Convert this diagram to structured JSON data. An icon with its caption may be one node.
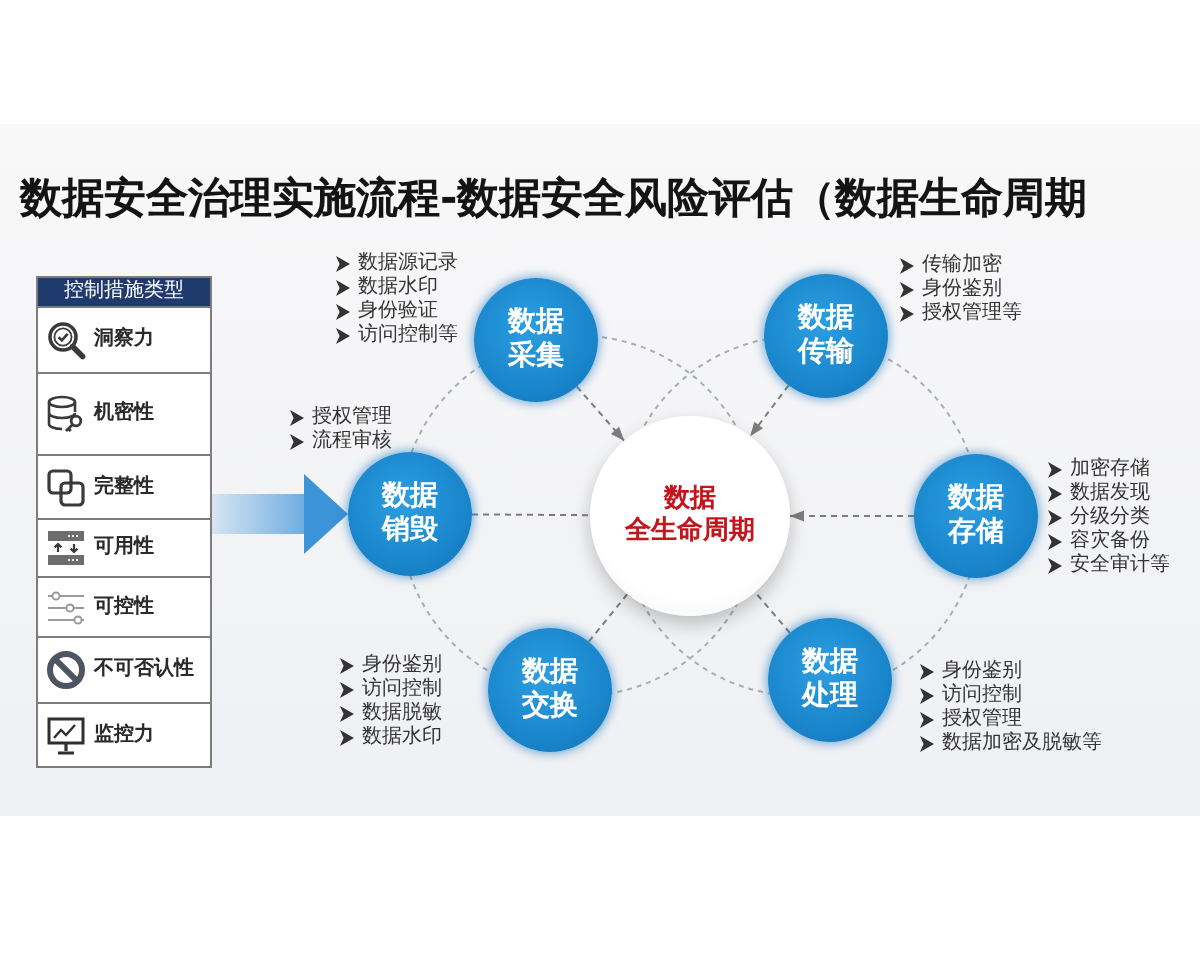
{
  "diagram": {
    "title": "数据安全治理实施流程-数据安全风险评估（数据生命周期",
    "nodes": [
      {
        "text": [
          "控制措施类型"
        ]
      },
      {
        "text": [
          "洞察力"
        ],
        "in": 0
      },
      {
        "text": [
          "机密性"
        ],
        "in": 0
      },
      {
        "text": [
          "完整性"
        ],
        "in": 0
      },
      {
        "text": [
          "可用性"
        ],
        "in": 0
      },
      {
        "text": [
          "可控性"
        ],
        "in": 0
      },
      {
        "text": [
          "不可否认性"
        ],
        "in": 0
      },
      {
        "text": [
          "监控力"
        ],
        "in": 0
      },
      {
        "text": [
          "数据采集"
        ],
        "beside": [
          "数据源记录",
          "数据水印",
          "身份验证",
          "访问控制等"
        ]
      },
      {
        "text": [
          "数据传输"
        ],
        "beside": [
          "传输加密",
          "身份鉴别",
          "授权管理等"
        ]
      },
      {
        "text": [
          "数据存储"
        ],
        "beside": [
          "加密存储",
          "数据发现",
          "分级分类",
          "容灾备份",
          "安全审计等"
        ]
      },
      {
        "text": [
          "数据处理"
        ],
        "beside": [
          "身份鉴别",
          "访问控制",
          "授权管理",
          "数据加密及脱敏等"
        ]
      },
      {
        "text": [
          "数据交换"
        ],
        "beside": [
          "身份鉴别",
          "访问控制",
          "数据脱敏",
          "数据水印"
        ]
      },
      {
        "text": [
          "数据销毁"
        ],
        "beside": [
          "授权管理",
          "流程审核"
        ]
      },
      {
        "text": [
          "数据",
          "全生命周期"
        ]
      }
    ],
    "edges": [
      {
        "from": 0,
        "to": 13,
        "arrow": "to",
        "style": "thick",
        "color": "#3d93d8"
      },
      {
        "from": 8,
        "to": 14,
        "arrow": "to",
        "style": "dashed"
      },
      {
        "from": 9,
        "to": 14,
        "arrow": "to",
        "style": "dashed"
      },
      {
        "from": 10,
        "to": 14,
        "arrow": "to",
        "style": "dashed"
      },
      {
        "from": 11,
        "to": 14,
        "arrow": "none",
        "style": "dashed"
      },
      {
        "from": 12,
        "to": 14,
        "arrow": "none",
        "style": "dashed"
      },
      {
        "from": 13,
        "to": 14,
        "arrow": "none",
        "style": "dashed"
      }
    ]
  }
}
